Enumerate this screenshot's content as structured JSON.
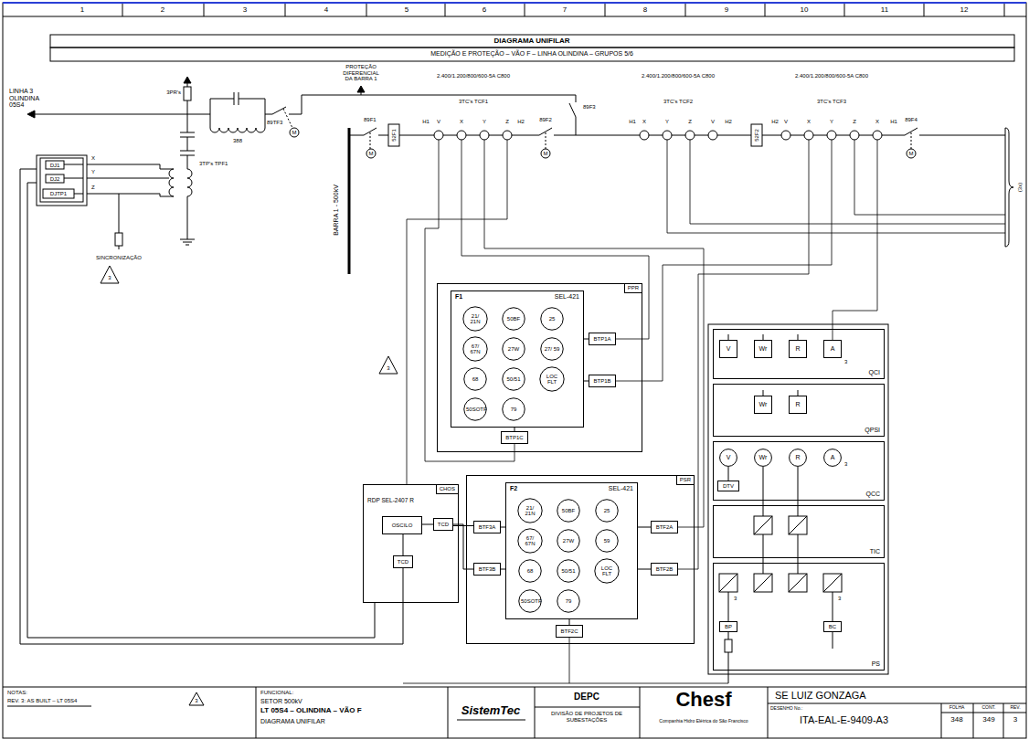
{
  "diagram": {
    "title": "DIAGRAMA UNIFILAR",
    "nodes": [
      {
        "text": [
          "PPR"
        ]
      },
      {
        "text": [
          "F1",
          "SEL-421"
        ],
        "in": 0
      },
      {
        "text": [
          "21/ 21N"
        ],
        "in": 1
      },
      {
        "text": [
          "50BF"
        ],
        "in": 1
      },
      {
        "text": [
          "25"
        ],
        "in": 1
      },
      {
        "text": [
          "67/ 67N"
        ],
        "in": 1
      },
      {
        "text": [
          "27W"
        ],
        "in": 1
      },
      {
        "text": [
          "27/ 59"
        ],
        "in": 1
      },
      {
        "text": [
          "68"
        ],
        "in": 1
      },
      {
        "text": [
          "50/51"
        ],
        "in": 1
      },
      {
        "text": [
          "LOC FLT"
        ],
        "in": 1
      },
      {
        "text": [
          "50SOTF"
        ],
        "in": 1
      },
      {
        "text": [
          "79"
        ],
        "in": 1
      },
      {
        "text": [
          "BTP1A"
        ],
        "in": 0
      },
      {
        "text": [
          "BTP1B"
        ],
        "in": 0
      },
      {
        "text": [
          "BTP1C"
        ],
        "in": 0
      },
      {
        "text": [
          "PSR"
        ]
      },
      {
        "text": [
          "F2",
          "SEL-421"
        ],
        "in": 16
      },
      {
        "text": [
          "21/ 21N"
        ],
        "in": 17
      },
      {
        "text": [
          "50BF"
        ],
        "in": 17
      },
      {
        "text": [
          "25"
        ],
        "in": 17
      },
      {
        "text": [
          "67/ 67N"
        ],
        "in": 17
      },
      {
        "text": [
          "27W"
        ],
        "in": 17
      },
      {
        "text": [
          "59"
        ],
        "in": 17
      },
      {
        "text": [
          "68"
        ],
        "in": 17
      },
      {
        "text": [
          "50/51"
        ],
        "in": 17
      },
      {
        "text": [
          "LOC FLT"
        ],
        "in": 17
      },
      {
        "text": [
          "50SOTF"
        ],
        "in": 17
      },
      {
        "text": [
          "79"
        ],
        "in": 17
      },
      {
        "text": [
          "BTF3A"
        ],
        "in": 16
      },
      {
        "text": [
          "BTF3B"
        ],
        "in": 16
      },
      {
        "text": [
          "BTF2A"
        ],
        "in": 16
      },
      {
        "text": [
          "BTF2B"
        ],
        "in": 16
      },
      {
        "text": [
          "BTF2C"
        ],
        "in": 16
      },
      {
        "text": [
          "CHOS",
          "RDP SEL-2407 R"
        ]
      },
      {
        "text": [
          "OSCILO"
        ],
        "in": 34
      },
      {
        "text": [
          "TCD"
        ],
        "in": 34
      },
      {
        "text": [
          "TCD"
        ],
        "in": 34
      },
      {
        "text": [
          "QCI"
        ]
      },
      {
        "text": [
          "V"
        ],
        "in": 38
      },
      {
        "text": [
          "Wr"
        ],
        "in": 38
      },
      {
        "text": [
          "R"
        ],
        "in": 38
      },
      {
        "text": [
          "A"
        ],
        "in": 38
      },
      {
        "text": [
          "QPSI"
        ]
      },
      {
        "text": [
          "Wr"
        ],
        "in": 43
      },
      {
        "text": [
          "R"
        ],
        "in": 43
      },
      {
        "text": [
          "QCC"
        ]
      },
      {
        "text": [
          "V"
        ],
        "in": 46
      },
      {
        "text": [
          "Wr"
        ],
        "in": 46
      },
      {
        "text": [
          "R"
        ],
        "in": 46
      },
      {
        "text": [
          "A"
        ],
        "in": 46
      },
      {
        "text": [
          "DTV"
        ],
        "in": 46
      },
      {
        "text": [
          "TIC"
        ]
      },
      {
        "text": [
          "PS"
        ]
      },
      {
        "text": [
          "BP"
        ],
        "in": 53
      },
      {
        "text": [
          "BC"
        ],
        "in": 53
      }
    ],
    "edges": [
      {
        "from": 1,
        "to": 13,
        "arrow": "none"
      },
      {
        "from": 1,
        "to": 14,
        "arrow": "none"
      },
      {
        "from": 1,
        "to": 15,
        "arrow": "none"
      },
      {
        "from": 17,
        "to": 29,
        "arrow": "none"
      },
      {
        "from": 17,
        "to": 30,
        "arrow": "none"
      },
      {
        "from": 17,
        "to": 31,
        "arrow": "none"
      },
      {
        "from": 17,
        "to": 32,
        "arrow": "none"
      },
      {
        "from": 17,
        "to": 33,
        "arrow": "none"
      },
      {
        "from": 35,
        "to": 36,
        "arrow": "none"
      },
      {
        "from": 35,
        "to": 37,
        "arrow": "none"
      },
      {
        "from": 36,
        "to": 29,
        "arrow": "none"
      },
      {
        "from": 36,
        "to": 30,
        "arrow": "none"
      },
      {
        "from": 47,
        "to": 51,
        "arrow": "none"
      }
    ],
    "labels": [
      "1",
      "2",
      "3",
      "4",
      "5",
      "6",
      "7",
      "8",
      "9",
      "10",
      "11",
      "12",
      "MEDIÇÃO E PROTEÇÃO – VÃO F – LINHA OLINDINA – GRUPOS 5/6",
      "LINHA 3 OLINDINA 05S4",
      "3PR's",
      "388",
      "3TP's TPF1",
      "89TF3",
      "M",
      "X",
      "Y",
      "Z",
      "DJ1",
      "DJ2",
      "DJTP1",
      "SINCRONIZAÇÃO",
      "3",
      "PROTEÇÃO DIFERENCIAL DA BARRA 1",
      "BARRA 1 - 500kV",
      "89F1",
      "M",
      "52F1",
      "H1",
      "V",
      "X",
      "Y",
      "Z",
      "H2",
      "2.400/1.200/800/600-5A C800",
      "3TC's TCF1",
      "89F2",
      "M",
      "89F3",
      "H1",
      "X",
      "Y",
      "Z",
      "V",
      "H2",
      "2.400/1.200/800/600-5A C800",
      "3TC's TCF2",
      "52F2",
      "H2",
      "V",
      "X",
      "Y",
      "Z",
      "X",
      "H1",
      "2.400/1.200/800/600-5A C800",
      "3TC's TCF3",
      "89F4",
      "M",
      "(3x)",
      "3",
      "3",
      "3",
      "3",
      "3",
      "NOTAS:",
      "REV. 3: AS BUILT – LT 05S4",
      "3",
      "FUNCIONAL:",
      "SETOR 500kV",
      "LT 05S4 – OLINDINA – VÃO F",
      "DIAGRAMA UNIFILAR",
      "SistemTec",
      "DEPC",
      "DIVISÃO DE PROJETOS DE SUBESTAÇÕES",
      "Chesf",
      "Companhia Hidro Elétrica do São Francisco",
      "SE LUIZ GONZAGA",
      "DESENHO No.:",
      "ITA-EAL-E-9409-A3",
      "FOLHA",
      "348",
      "CONT.",
      "349",
      "REV.",
      "3"
    ]
  }
}
